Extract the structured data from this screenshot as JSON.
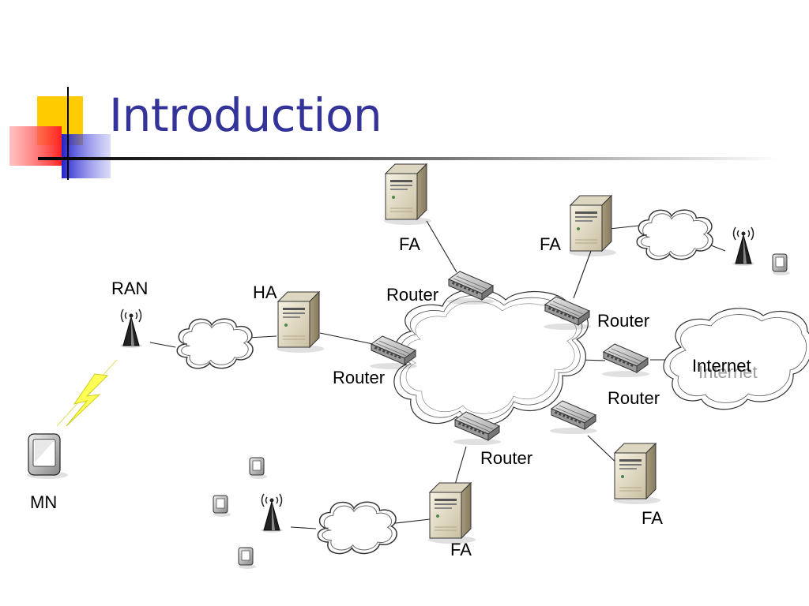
{
  "slide": {
    "title": "Introduction"
  },
  "labels": {
    "fa_top": "FA",
    "fa_top_right": "FA",
    "ran": "RAN",
    "ha": "HA",
    "router_top": "Router",
    "router_top_right": "Router",
    "router_left": "Router",
    "router_right": "Router",
    "internet": "Internet",
    "internet_shadow": "Internet",
    "router_bottom": "Router",
    "mn": "MN",
    "fa_bottom_right": "FA",
    "fa_bottom": "FA"
  },
  "colors": {
    "title": "#333399",
    "accent_yellow": "#ffcc00",
    "accent_red": "#ff3333",
    "accent_blue": "#3333cc"
  },
  "icons": [
    "server-icon",
    "router-icon",
    "cloud-icon",
    "antenna-icon",
    "mobile-device-icon",
    "lightning-icon"
  ]
}
